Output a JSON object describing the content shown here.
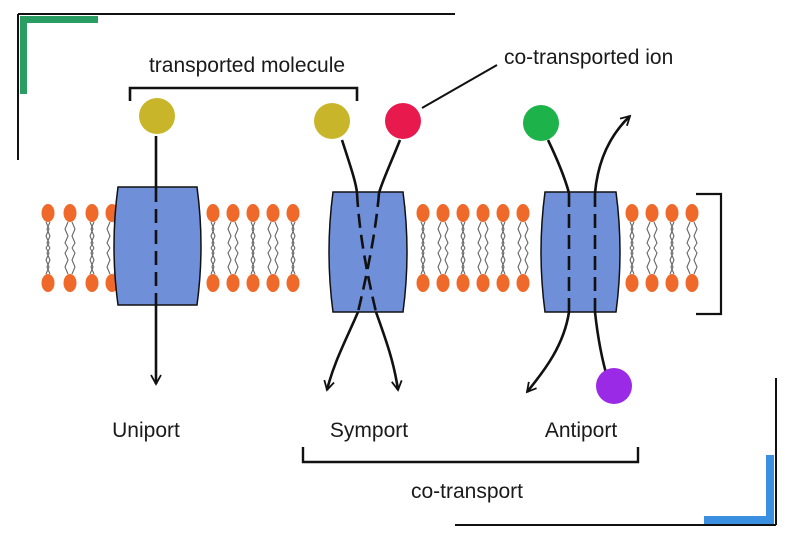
{
  "labels": {
    "transported_molecule": "transported molecule",
    "co_transported_ion": "co-transported ion",
    "uniport": "Uniport",
    "symport": "Symport",
    "antiport": "Antiport",
    "co_transport": "co-transport"
  },
  "colors": {
    "yellow_molecule": "#c9b52a",
    "red_ion": "#e8194c",
    "green_molecule": "#1db34a",
    "purple_ion": "#9b2ae6",
    "channel_protein": "#6f8fd8",
    "lipid_head": "#ef6a2a",
    "frame_green": "#2a9d62",
    "frame_blue": "#3b8fe0"
  }
}
